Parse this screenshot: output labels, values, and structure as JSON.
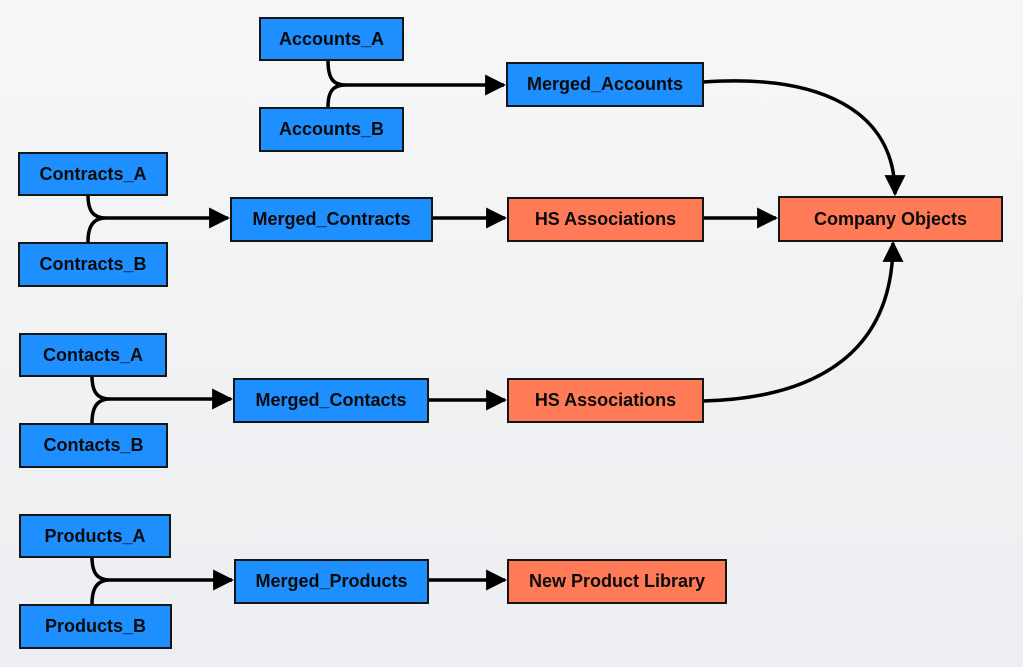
{
  "colors": {
    "source_fill": "#1e8fff",
    "target_fill": "#ff7a57",
    "stroke": "#151515",
    "background": "#f3f4f6"
  },
  "nodes": {
    "accounts_a": {
      "label": "Accounts_A",
      "kind": "source"
    },
    "accounts_b": {
      "label": "Accounts_B",
      "kind": "source"
    },
    "merged_accounts": {
      "label": "Merged_Accounts",
      "kind": "merged"
    },
    "contracts_a": {
      "label": "Contracts_A",
      "kind": "source"
    },
    "contracts_b": {
      "label": "Contracts_B",
      "kind": "source"
    },
    "merged_contracts": {
      "label": "Merged_Contracts",
      "kind": "merged"
    },
    "hs_associations_1": {
      "label": "HS Associations",
      "kind": "target"
    },
    "company_objects": {
      "label": "Company Objects",
      "kind": "target"
    },
    "contacts_a": {
      "label": "Contacts_A",
      "kind": "source"
    },
    "contacts_b": {
      "label": "Contacts_B",
      "kind": "source"
    },
    "merged_contacts": {
      "label": "Merged_Contacts",
      "kind": "merged"
    },
    "hs_associations_2": {
      "label": "HS Associations",
      "kind": "target"
    },
    "products_a": {
      "label": "Products_A",
      "kind": "source"
    },
    "products_b": {
      "label": "Products_B",
      "kind": "source"
    },
    "merged_products": {
      "label": "Merged_Products",
      "kind": "merged"
    },
    "new_product_library": {
      "label": "New Product Library",
      "kind": "target"
    }
  },
  "edges": [
    {
      "from": [
        "accounts_a",
        "accounts_b"
      ],
      "to": "merged_accounts",
      "type": "merge"
    },
    {
      "from": [
        "merged_accounts"
      ],
      "to": "company_objects",
      "type": "curve"
    },
    {
      "from": [
        "contracts_a",
        "contracts_b"
      ],
      "to": "merged_contracts",
      "type": "merge"
    },
    {
      "from": [
        "merged_contracts"
      ],
      "to": "hs_associations_1",
      "type": "straight"
    },
    {
      "from": [
        "hs_associations_1"
      ],
      "to": "company_objects",
      "type": "straight"
    },
    {
      "from": [
        "contacts_a",
        "contacts_b"
      ],
      "to": "merged_contacts",
      "type": "merge"
    },
    {
      "from": [
        "merged_contacts"
      ],
      "to": "hs_associations_2",
      "type": "straight"
    },
    {
      "from": [
        "hs_associations_2"
      ],
      "to": "company_objects",
      "type": "curve"
    },
    {
      "from": [
        "products_a",
        "products_b"
      ],
      "to": "merged_products",
      "type": "merge"
    },
    {
      "from": [
        "merged_products"
      ],
      "to": "new_product_library",
      "type": "straight"
    }
  ]
}
